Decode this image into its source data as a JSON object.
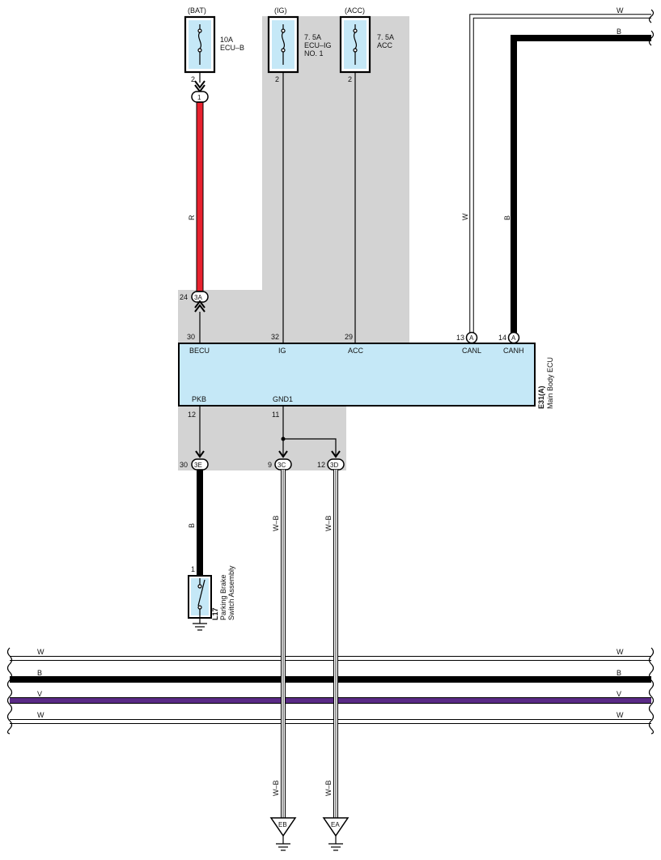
{
  "fuses": [
    {
      "id": "bat",
      "source": "(BAT)",
      "rating": "10A",
      "name_lines": [
        "ECU–B"
      ],
      "pin": "2"
    },
    {
      "id": "ig",
      "source": "(IG)",
      "rating": "7. 5A",
      "name_lines": [
        "ECU–IG",
        "NO. 1"
      ],
      "pin": "2"
    },
    {
      "id": "acc",
      "source": "(ACC)",
      "rating": "7. 5A",
      "name_lines": [
        "ACC"
      ],
      "pin": "2"
    }
  ],
  "ecu": {
    "code": "E31(A)",
    "name": "Main Body ECU",
    "pins_top": [
      {
        "pin": "30",
        "label": "BECU"
      },
      {
        "pin": "32",
        "label": "IG"
      },
      {
        "pin": "29",
        "label": "ACC"
      },
      {
        "pin": "13",
        "label": "CANL",
        "connector": "A"
      },
      {
        "pin": "14",
        "label": "CANH",
        "connector": "A"
      }
    ],
    "pins_bottom": [
      {
        "pin": "12",
        "label": "PKB"
      },
      {
        "pin": "11",
        "label": "GND1"
      }
    ]
  },
  "junctions": {
    "bat_connector": "1",
    "j3a": {
      "pin": "24",
      "label": "3A"
    },
    "j3e": {
      "pin": "30",
      "label": "3E"
    },
    "j3c": {
      "pin": "9",
      "label": "3C"
    },
    "j3d": {
      "pin": "12",
      "label": "3D"
    }
  },
  "wires": {
    "bat_to_ecu": {
      "color_code": "R",
      "color": "#e8212e"
    },
    "canl": {
      "color_code": "W"
    },
    "canh": {
      "color_code": "B"
    },
    "pkb": {
      "color_code": "B"
    },
    "gnd_c": {
      "color_code": "W–B"
    },
    "gnd_d": {
      "color_code": "W–B"
    }
  },
  "bus": [
    {
      "color_code": "W",
      "fill": "#ffffff"
    },
    {
      "color_code": "B",
      "fill": "#000000"
    },
    {
      "color_code": "V",
      "fill": "#5a2a86"
    },
    {
      "color_code": "W",
      "fill": "#ffffff"
    }
  ],
  "switch": {
    "code": "L17",
    "name_lines": [
      "Parking Brake",
      "Switch Assembly"
    ],
    "pin": "1"
  },
  "grounds": [
    {
      "label": "EB"
    },
    {
      "label": "EA"
    }
  ],
  "colors": {
    "ecu_fill": "#c5e8f7",
    "fuse_fill": "#c5e8f7",
    "shade": "#d3d3d3",
    "black": "#000000"
  }
}
